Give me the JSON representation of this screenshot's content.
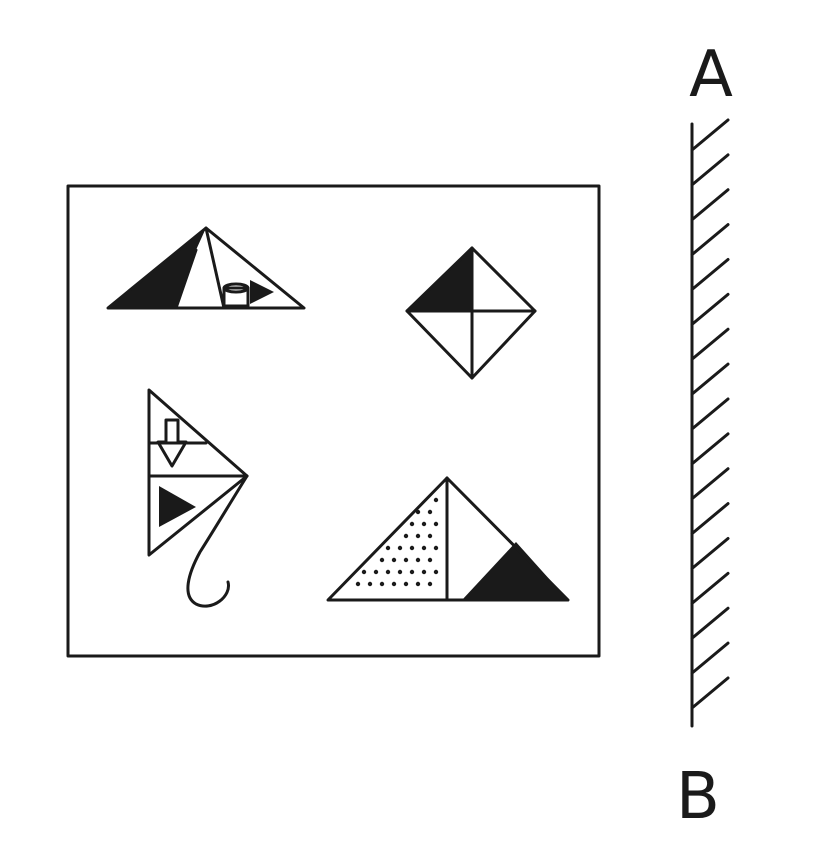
{
  "mirror": {
    "label_top": "A",
    "label_bottom": "B",
    "hatch_count": 17
  },
  "figures": [
    {
      "name": "flat-triangle-figure",
      "shaded": [
        "left-black"
      ],
      "marks": [
        "small-black-triangle-pointing-right",
        "small-cylinder"
      ]
    },
    {
      "name": "diamond-figure",
      "shaded": [
        "top-left-black"
      ]
    },
    {
      "name": "kite-figure",
      "marks": [
        "down-arrow",
        "black-triangle-pointing-right",
        "tail-string"
      ]
    },
    {
      "name": "dotted-triangle-figure",
      "shaded": [
        "left-dotted",
        "bottom-right-black"
      ]
    }
  ],
  "colors": {
    "ink": "#1a1a1a",
    "background": "#ffffff"
  }
}
